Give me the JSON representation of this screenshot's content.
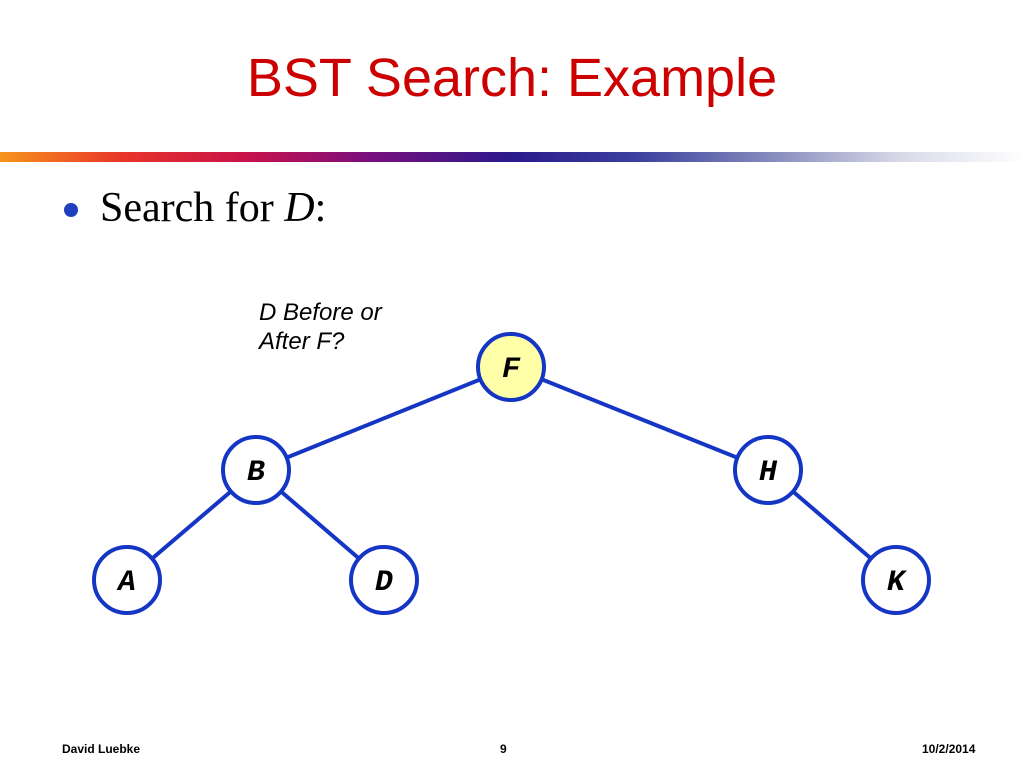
{
  "slide": {
    "title": "BST Search: Example",
    "bullet": {
      "prefix": "Search for ",
      "emphasis": "D",
      "suffix": ":"
    },
    "annotation": {
      "line1": "D Before or",
      "line2": "After F?"
    },
    "tree": {
      "nodes": [
        {
          "id": "F",
          "label": "F",
          "highlighted": true
        },
        {
          "id": "B",
          "label": "B",
          "highlighted": false
        },
        {
          "id": "H",
          "label": "H",
          "highlighted": false
        },
        {
          "id": "A",
          "label": "A",
          "highlighted": false
        },
        {
          "id": "D",
          "label": "D",
          "highlighted": false
        },
        {
          "id": "K",
          "label": "K",
          "highlighted": false
        }
      ],
      "edges": [
        [
          "F",
          "B"
        ],
        [
          "F",
          "H"
        ],
        [
          "B",
          "A"
        ],
        [
          "B",
          "D"
        ],
        [
          "H",
          "K"
        ]
      ],
      "colors": {
        "stroke": "#1535c4",
        "highlight_fill": "#ffffa8",
        "fill": "#ffffff"
      }
    },
    "footer": {
      "author": "David Luebke",
      "page": "9",
      "date": "10/2/2014"
    },
    "colors": {
      "title": "#cc0000",
      "bullet": "#1f3fbf"
    }
  }
}
